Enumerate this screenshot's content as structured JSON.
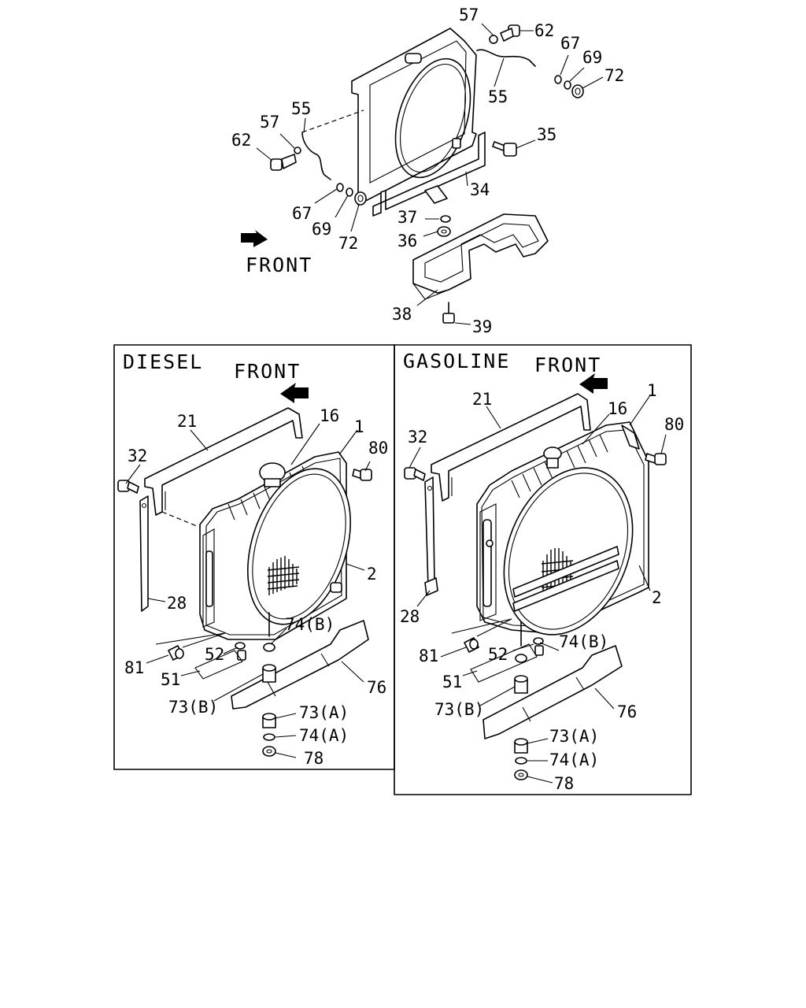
{
  "top": {
    "front_label": "FRONT",
    "callouts": [
      {
        "id": "top-57-right",
        "text": "57"
      },
      {
        "id": "top-62-right",
        "text": "62"
      },
      {
        "id": "top-67-right",
        "text": "67"
      },
      {
        "id": "top-69-right",
        "text": "69"
      },
      {
        "id": "top-72-right",
        "text": "72"
      },
      {
        "id": "top-55-right",
        "text": "55"
      },
      {
        "id": "top-55-left",
        "text": "55"
      },
      {
        "id": "top-57-left",
        "text": "57"
      },
      {
        "id": "top-62-left",
        "text": "62"
      },
      {
        "id": "top-35",
        "text": "35"
      },
      {
        "id": "top-34",
        "text": "34"
      },
      {
        "id": "top-67-left",
        "text": "67"
      },
      {
        "id": "top-69-left",
        "text": "69"
      },
      {
        "id": "top-72-left",
        "text": "72"
      },
      {
        "id": "top-37",
        "text": "37"
      },
      {
        "id": "top-36",
        "text": "36"
      },
      {
        "id": "top-38",
        "text": "38"
      },
      {
        "id": "top-39",
        "text": "39"
      }
    ]
  },
  "diesel": {
    "title": "DIESEL",
    "front_label": "FRONT",
    "callouts": [
      {
        "id": "d-21",
        "text": "21"
      },
      {
        "id": "d-16",
        "text": "16"
      },
      {
        "id": "d-1",
        "text": "1"
      },
      {
        "id": "d-80",
        "text": "80"
      },
      {
        "id": "d-32",
        "text": "32"
      },
      {
        "id": "d-2",
        "text": "2"
      },
      {
        "id": "d-28",
        "text": "28"
      },
      {
        "id": "d-74b",
        "text": "74(B)"
      },
      {
        "id": "d-52",
        "text": "52"
      },
      {
        "id": "d-81",
        "text": "81"
      },
      {
        "id": "d-51",
        "text": "51"
      },
      {
        "id": "d-76",
        "text": "76"
      },
      {
        "id": "d-73b",
        "text": "73(B)"
      },
      {
        "id": "d-73a",
        "text": "73(A)"
      },
      {
        "id": "d-74a",
        "text": "74(A)"
      },
      {
        "id": "d-78",
        "text": "78"
      }
    ]
  },
  "gasoline": {
    "title": "GASOLINE",
    "front_label": "FRONT",
    "callouts": [
      {
        "id": "g-21",
        "text": "21"
      },
      {
        "id": "g-16",
        "text": "16"
      },
      {
        "id": "g-1",
        "text": "1"
      },
      {
        "id": "g-80",
        "text": "80"
      },
      {
        "id": "g-32",
        "text": "32"
      },
      {
        "id": "g-2",
        "text": "2"
      },
      {
        "id": "g-28",
        "text": "28"
      },
      {
        "id": "g-74b",
        "text": "74(B)"
      },
      {
        "id": "g-52",
        "text": "52"
      },
      {
        "id": "g-81",
        "text": "81"
      },
      {
        "id": "g-51",
        "text": "51"
      },
      {
        "id": "g-76",
        "text": "76"
      },
      {
        "id": "g-73b",
        "text": "73(B)"
      },
      {
        "id": "g-73a",
        "text": "73(A)"
      },
      {
        "id": "g-74a",
        "text": "74(A)"
      },
      {
        "id": "g-78",
        "text": "78"
      }
    ]
  }
}
